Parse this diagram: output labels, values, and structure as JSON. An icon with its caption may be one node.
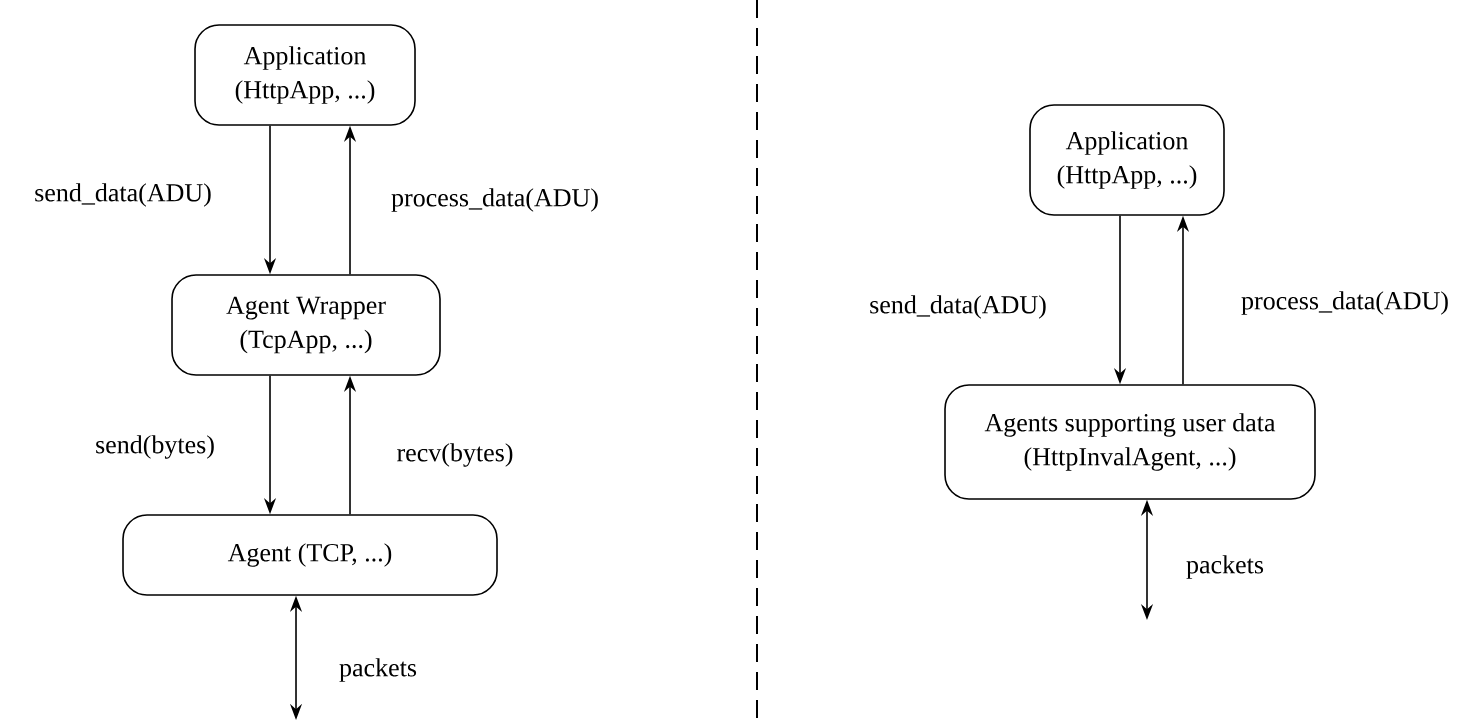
{
  "diagram": {
    "nodes": [
      {
        "text": [
          "Application",
          "(HttpApp, ...)"
        ]
      },
      {
        "text": [
          "Agent Wrapper",
          "(TcpApp, ...)"
        ]
      },
      {
        "text": [
          "Agent (TCP, ...)"
        ]
      },
      {
        "text": [
          "Application",
          "(HttpApp, ...)"
        ]
      },
      {
        "text": [
          "Agents supporting user data",
          "(HttpInvalAgent, ...)"
        ]
      }
    ],
    "edges": [
      {
        "from": 0,
        "to": 1,
        "arrow": "to",
        "label": "send_data(ADU)"
      },
      {
        "from": 1,
        "to": 0,
        "arrow": "to",
        "label": "process_data(ADU)"
      },
      {
        "from": 1,
        "to": 2,
        "arrow": "to",
        "label": "send(bytes)"
      },
      {
        "from": 2,
        "to": 1,
        "arrow": "to",
        "label": "recv(bytes)"
      },
      {
        "from": 2,
        "to": null,
        "arrow": "both",
        "label": "packets"
      },
      {
        "from": 3,
        "to": 4,
        "arrow": "to",
        "label": "send_data(ADU)"
      },
      {
        "from": 4,
        "to": 3,
        "arrow": "to",
        "label": "process_data(ADU)"
      },
      {
        "from": 4,
        "to": null,
        "arrow": "both",
        "label": "packets"
      }
    ]
  }
}
